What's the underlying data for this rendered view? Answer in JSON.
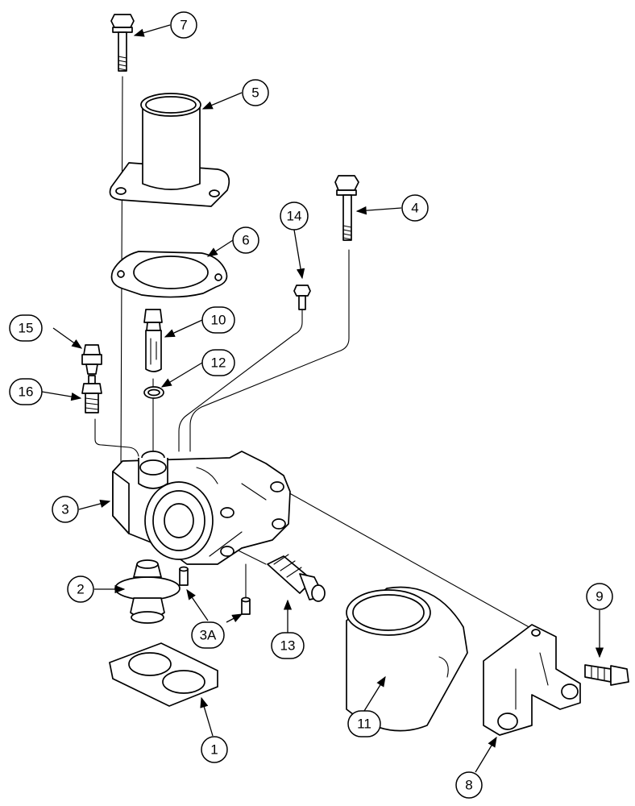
{
  "callouts": {
    "c1": "1",
    "c2": "2",
    "c3": "3",
    "c3a": "3A",
    "c4": "4",
    "c5": "5",
    "c6": "6",
    "c7": "7",
    "c8": "8",
    "c9": "9",
    "c10": "10",
    "c11": "11",
    "c12": "12",
    "c13": "13",
    "c14": "14",
    "c15": "15",
    "c16": "16"
  },
  "colors": {
    "ink": "#000000",
    "paper": "#ffffff"
  }
}
